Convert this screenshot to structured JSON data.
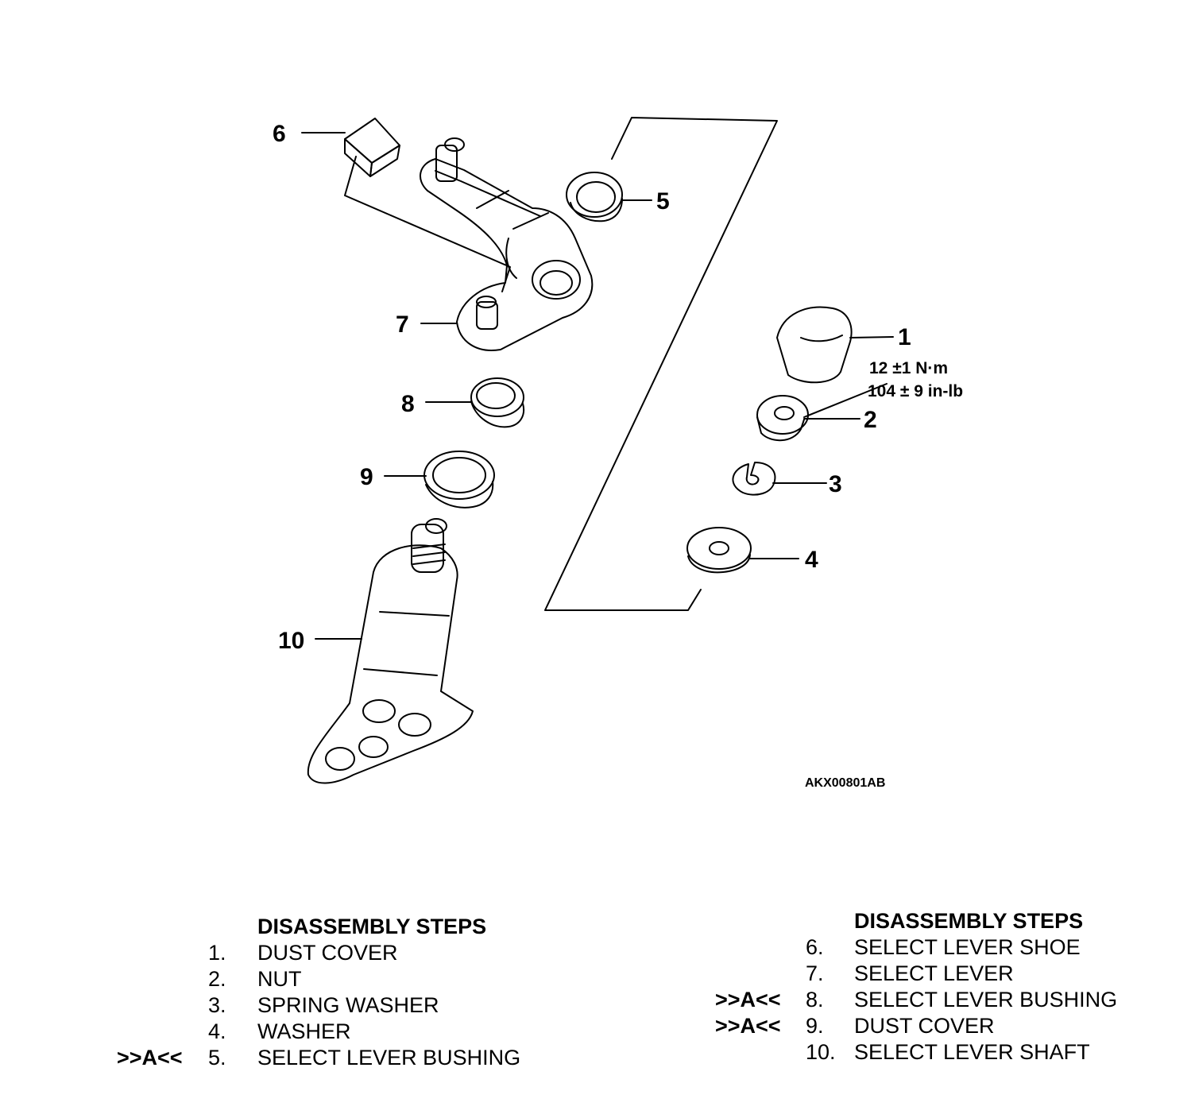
{
  "diagram": {
    "callouts": [
      "1",
      "2",
      "3",
      "4",
      "5",
      "6",
      "7",
      "8",
      "9",
      "10"
    ],
    "torque_line1": "12 ±1 N·m",
    "torque_line2": "104 ± 9 in-lb",
    "figure_code": "AKX00801AB"
  },
  "steps_left": {
    "title": "DISASSEMBLY STEPS",
    "rows": [
      {
        "mark": "",
        "num": "1.",
        "name": "DUST COVER"
      },
      {
        "mark": "",
        "num": "2.",
        "name": "NUT"
      },
      {
        "mark": "",
        "num": "3.",
        "name": "SPRING WASHER"
      },
      {
        "mark": "",
        "num": "4.",
        "name": "WASHER"
      },
      {
        "mark": ">>A<<",
        "num": "5.",
        "name": "SELECT LEVER BUSHING"
      }
    ]
  },
  "steps_right": {
    "title": "DISASSEMBLY STEPS",
    "rows": [
      {
        "mark": "",
        "num": "6.",
        "name": "SELECT LEVER SHOE"
      },
      {
        "mark": "",
        "num": "7.",
        "name": "SELECT LEVER"
      },
      {
        "mark": ">>A<<",
        "num": "8.",
        "name": "SELECT LEVER BUSHING"
      },
      {
        "mark": ">>A<<",
        "num": "9.",
        "name": "DUST COVER"
      },
      {
        "mark": "",
        "num": "10.",
        "name": "SELECT LEVER SHAFT"
      }
    ]
  }
}
